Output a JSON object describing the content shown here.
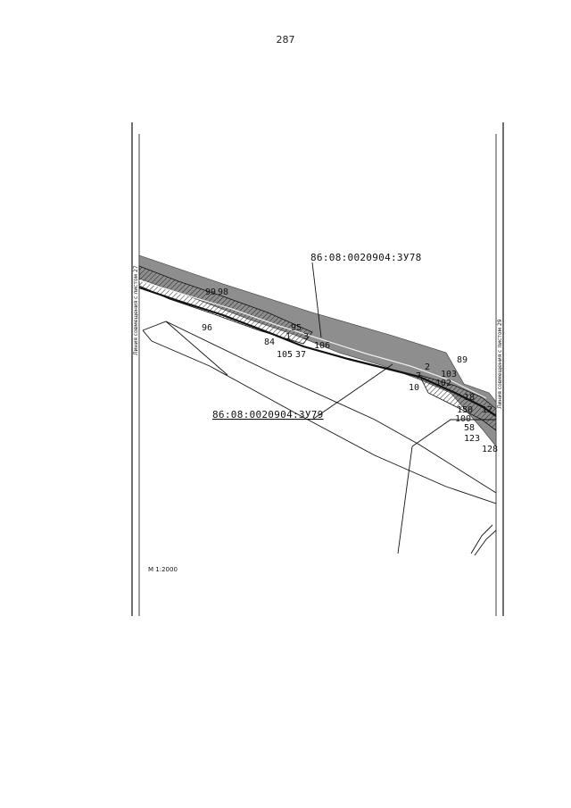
{
  "page": {
    "number": "287"
  },
  "map": {
    "parcel_labels": {
      "upper": "86:08:0020904:3У78",
      "lower": "86:08:0020904:3У79"
    },
    "side_labels": {
      "left": "Линия совмещения с листом 27",
      "right": "Линия совмещения с листом 29"
    },
    "scale": "М 1:2000",
    "point_labels": {
      "p99": "99",
      "p98": "98",
      "p96": "96",
      "p95": "95",
      "p84": "84",
      "p1": "1",
      "p3": "3",
      "p106": "106",
      "p105": "105",
      "p37": "37",
      "p89": "89",
      "p2": "2",
      "p103": "103",
      "p7": "7",
      "p102": "102",
      "p10": "10",
      "p18": "18",
      "p150": "150",
      "p100": "100",
      "p58": "58",
      "p123": "123",
      "p128": "128",
      "p12": "12"
    }
  }
}
